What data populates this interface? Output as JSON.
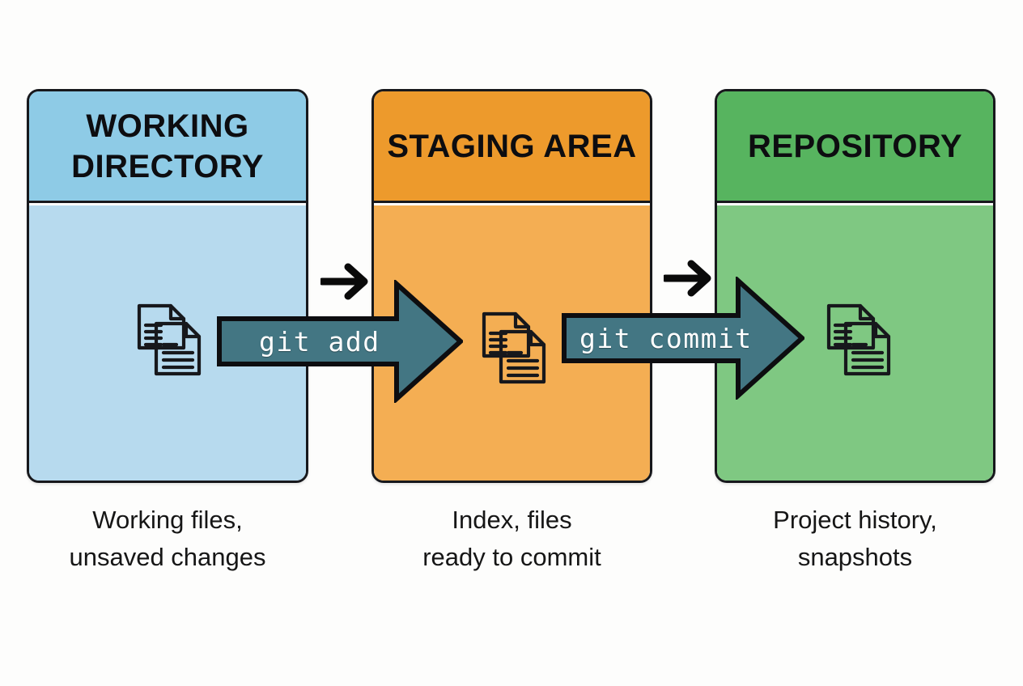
{
  "diagram": {
    "title_semantic": "git-three-stage-workflow",
    "background_color": "#fdfdfc",
    "accent_arrow_color": "#437683",
    "outline_color": "#17181c"
  },
  "stages": [
    {
      "id": "working-directory",
      "title": "WORKING\nDIRECTORY",
      "caption": "Working files,\nunsaved changes",
      "header_color": "#8ecbe6",
      "body_color": "#b7daee",
      "icon": "documents-icon"
    },
    {
      "id": "staging-area",
      "title": "STAGING\nAREA",
      "caption": "Index, files\nready to commit",
      "header_color": "#ed9a2c",
      "body_color": "#f4ae53",
      "icon": "documents-icon"
    },
    {
      "id": "repository",
      "title": "REPOSITORY",
      "caption": "Project history,\nsnapshots",
      "header_color": "#57b45f",
      "body_color": "#7fc882",
      "icon": "documents-icon"
    }
  ],
  "commands": [
    {
      "id": "git-add",
      "label": "git add",
      "from": "working-directory",
      "to": "staging-area",
      "color": "#437683"
    },
    {
      "id": "git-commit",
      "label": "git commit",
      "from": "staging-area",
      "to": "repository",
      "color": "#437683"
    }
  ],
  "connectors": [
    {
      "id": "connector-1",
      "icon": "arrow-right-icon"
    },
    {
      "id": "connector-2",
      "icon": "arrow-right-icon"
    }
  ]
}
